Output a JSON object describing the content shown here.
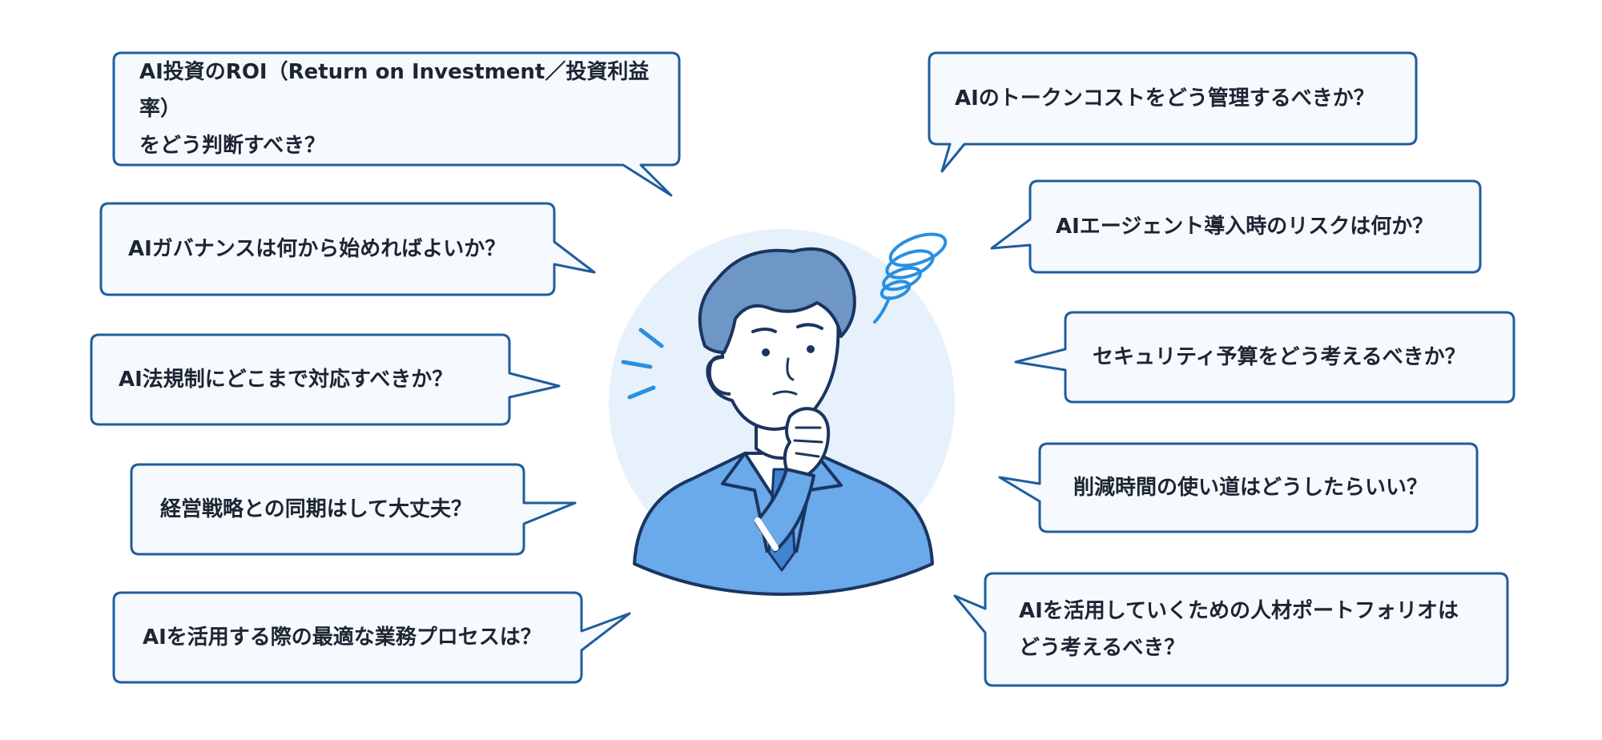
{
  "left_questions": [
    {
      "text": "AI投資のROI（Return on Investment／投資利益率）\nをどう判断すべき？"
    },
    {
      "text": "AIガバナンスは何から始めればよいか？"
    },
    {
      "text": "AI法規制にどこまで対応すべきか？"
    },
    {
      "text": "経営戦略との同期はして大丈夫？"
    },
    {
      "text": "AIを活用する際の最適な業務プロセスは？"
    }
  ],
  "right_questions": [
    {
      "text": "AIのトークンコストをどう管理するべきか？"
    },
    {
      "text": "AIエージェント導入時のリスクは何か？"
    },
    {
      "text": "セキュリティ予算をどう考えるべきか？"
    },
    {
      "text": "削減時間の使い道はどうしたらいい？"
    },
    {
      "text": "AIを活用していくための人材ポートフォリオは\nどう考えるべき？"
    }
  ],
  "colors": {
    "bubble_border": "#1f5d9e",
    "bubble_fill": "#f6f9fd",
    "circle_bg": "#e6f1fb",
    "suit": "#6aa9ea",
    "hair": "#6e96c6",
    "outline": "#1b3560",
    "accent": "#2a8fe0"
  },
  "icons": {
    "person": "thinking-businessman-icon",
    "confusion": "spiral-swirl-icon",
    "surprise": "surprise-lines-icon"
  }
}
